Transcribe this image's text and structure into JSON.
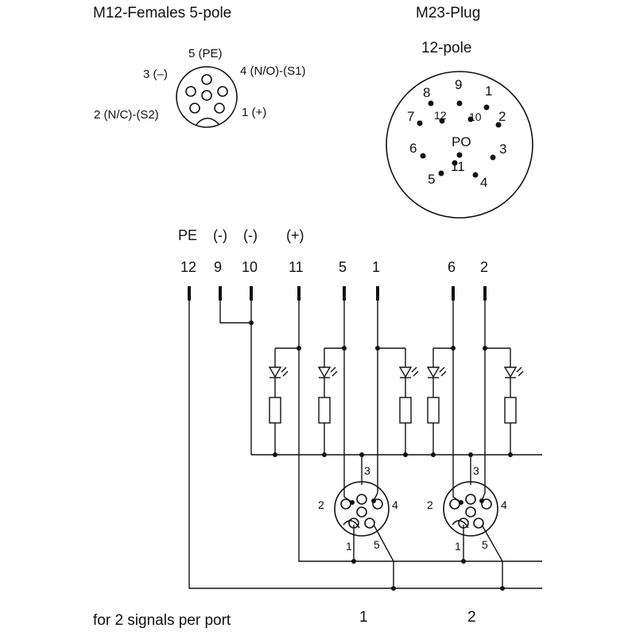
{
  "m12": {
    "title": "M12-Females  5-pole",
    "labels": {
      "p5": "5 (PE)",
      "p3": "3 (–)",
      "p4": "4  (N/O)-(S1)",
      "p2": "2  (N/C)-(S2)",
      "p1": "1 (+)"
    }
  },
  "m23": {
    "title": "M23-Plug",
    "subtitle": "12-pole",
    "pins": [
      "8",
      "9",
      "1",
      "7",
      "12",
      "10",
      "2",
      "6",
      "PO",
      "3",
      "11",
      "5",
      "4"
    ]
  },
  "wiring": {
    "functions": [
      "PE",
      "(-)",
      "(-)",
      "(+)"
    ],
    "pins": [
      "12",
      "9",
      "10",
      "11",
      "5",
      "1",
      "6",
      "2"
    ]
  },
  "ports": [
    {
      "pins": [
        "3",
        "2",
        "4",
        "1",
        "5"
      ],
      "number": "1"
    },
    {
      "pins": [
        "3",
        "2",
        "4",
        "1",
        "5"
      ],
      "number": "2"
    }
  ],
  "footer": "for 2 signals per port"
}
